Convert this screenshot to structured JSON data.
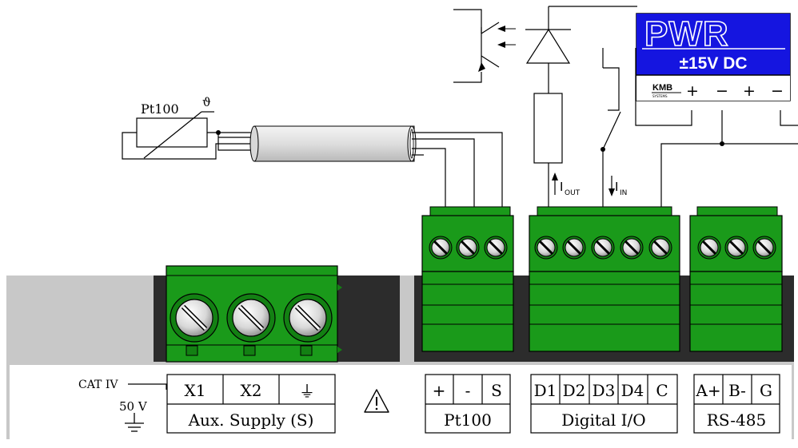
{
  "pwr_module": {
    "title": "PWR",
    "voltage": "±15V DC",
    "brand": "KMB",
    "brand_sub": "SYSTEMS",
    "terminals": [
      "+",
      "−",
      "+",
      "−"
    ]
  },
  "sensor": {
    "label": "Pt100",
    "symbol": "ϑ"
  },
  "current_labels": {
    "out_main": "I",
    "out_sub": "OUT",
    "in_main": "I",
    "in_sub": "IN"
  },
  "panel": {
    "cat_label": "CAT IV",
    "voltage_label": "50 V",
    "aux_supply": {
      "pins": [
        "X1",
        "X2",
        "⏚"
      ],
      "title": "Aux. Supply (S)"
    },
    "pt100": {
      "pins": [
        "+",
        "-",
        "S"
      ],
      "title": "Pt100"
    },
    "digital_io": {
      "pins": [
        "D1",
        "D2",
        "D3",
        "D4",
        "C"
      ],
      "title": "Digital I/O"
    },
    "rs485": {
      "pins": [
        "A+",
        "B-",
        "G"
      ],
      "title": "RS-485"
    }
  },
  "colors": {
    "terminal_green": "#1a9a1a",
    "pwr_blue": "#1515e0",
    "device_grey": "#c8c8c8",
    "device_dark": "#2c2c2c"
  }
}
